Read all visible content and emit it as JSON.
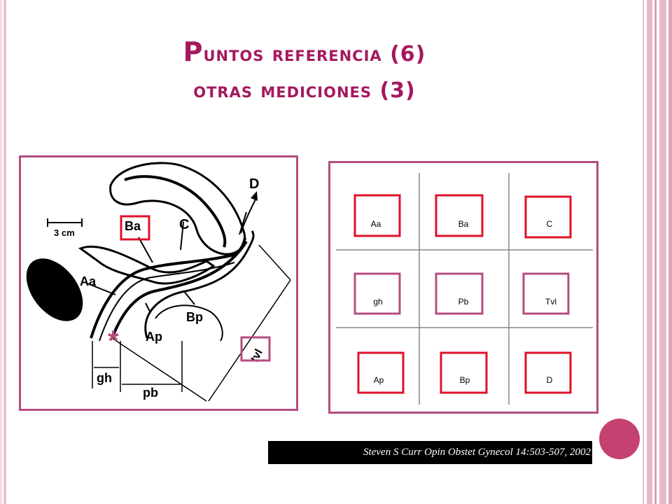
{
  "slide": {
    "title_line1_initial": "P",
    "title_line1_rest": "untos referencia (6)",
    "title_line2": "otras mediciones (3)",
    "citation": "Steven S Curr Opin Obstet Gynecol 14:503-507, 2002"
  },
  "diagram": {
    "scale_label": "3 cm",
    "labels": {
      "D": "D",
      "Ba": "Ba",
      "C": "C",
      "Aa": "Aa",
      "Bp": "Bp",
      "Ap": "Ap",
      "tvl": "tvl",
      "gh": "gh",
      "pb": "pb",
      "asterisk": "*"
    }
  },
  "grid": {
    "rows": [
      [
        "Aa",
        "Ba",
        "C"
      ],
      [
        "gh",
        "Pb",
        "Tvl"
      ],
      [
        "Ap",
        "Bp",
        "D"
      ]
    ]
  },
  "colors": {
    "title": "#a5185e",
    "panel_border": "#b44d7f",
    "highlight_box": "#e0102a",
    "accent_circle": "#c44171"
  }
}
